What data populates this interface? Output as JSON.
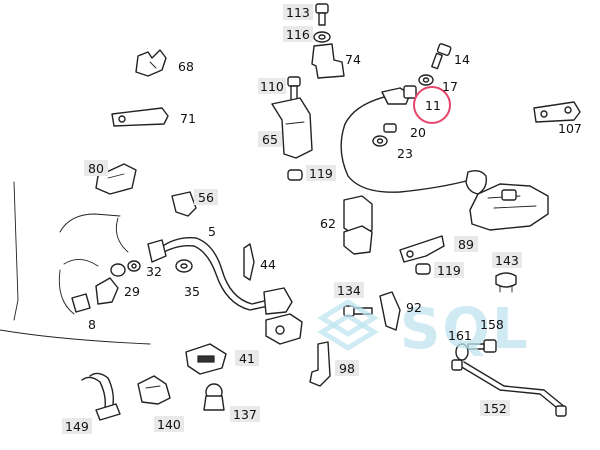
{
  "highlight": "11",
  "watermark": "SQL",
  "labels": {
    "l113": "113",
    "l116": "116",
    "l74": "74",
    "l14": "14",
    "l17": "17",
    "l11": "11",
    "l20": "20",
    "l23": "23",
    "l68": "68",
    "l110": "110",
    "l107": "107",
    "l71": "71",
    "l65": "65",
    "l119a": "119",
    "l80": "80",
    "l56": "56",
    "l62": "62",
    "l5": "5",
    "l89": "89",
    "l44": "44",
    "l32": "32",
    "l119b": "119",
    "l143": "143",
    "l29": "29",
    "l35": "35",
    "l134": "134",
    "l92": "92",
    "l8": "8",
    "l158": "158",
    "l161": "161",
    "l41": "41",
    "l98": "98",
    "l149": "149",
    "l140": "140",
    "l137": "137",
    "l152": "152"
  }
}
